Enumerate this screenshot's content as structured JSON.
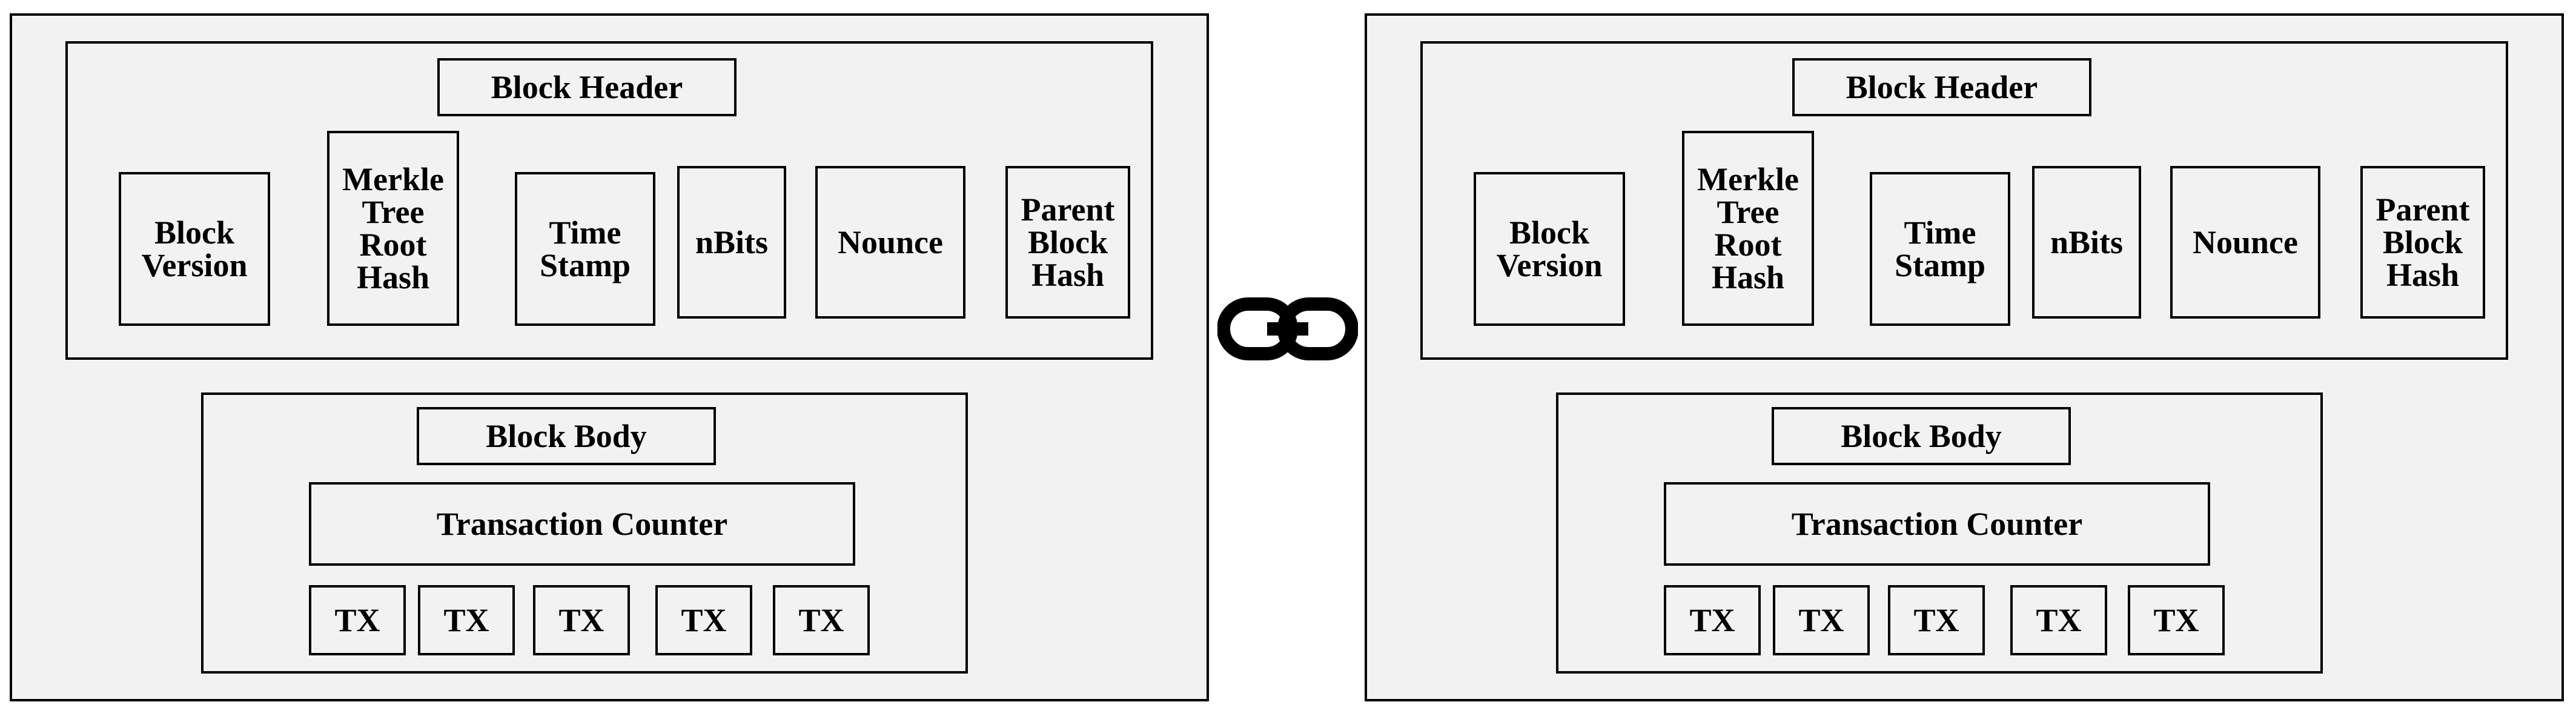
{
  "blocks": [
    {
      "header": {
        "title": "Block Header",
        "fields": {
          "version": "Block\nVersion",
          "merkle": "Merkle\nTree\nRoot\nHash",
          "time": "Time\nStamp",
          "nbits": "nBits",
          "nounce": "Nounce",
          "parent": "Parent\nBlock\nHash"
        }
      },
      "body": {
        "title": "Block Body",
        "counter": "Transaction Counter",
        "transactions": [
          "TX",
          "TX",
          "TX",
          "TX",
          "TX"
        ]
      }
    },
    {
      "header": {
        "title": "Block Header",
        "fields": {
          "version": "Block\nVersion",
          "merkle": "Merkle\nTree\nRoot\nHash",
          "time": "Time\nStamp",
          "nbits": "nBits",
          "nounce": "Nounce",
          "parent": "Parent\nBlock\nHash"
        }
      },
      "body": {
        "title": "Block Body",
        "counter": "Transaction Counter",
        "transactions": [
          "TX",
          "TX",
          "TX",
          "TX",
          "TX"
        ]
      }
    }
  ],
  "connector": {
    "icon": "chain-link-icon",
    "color": "#000000"
  }
}
